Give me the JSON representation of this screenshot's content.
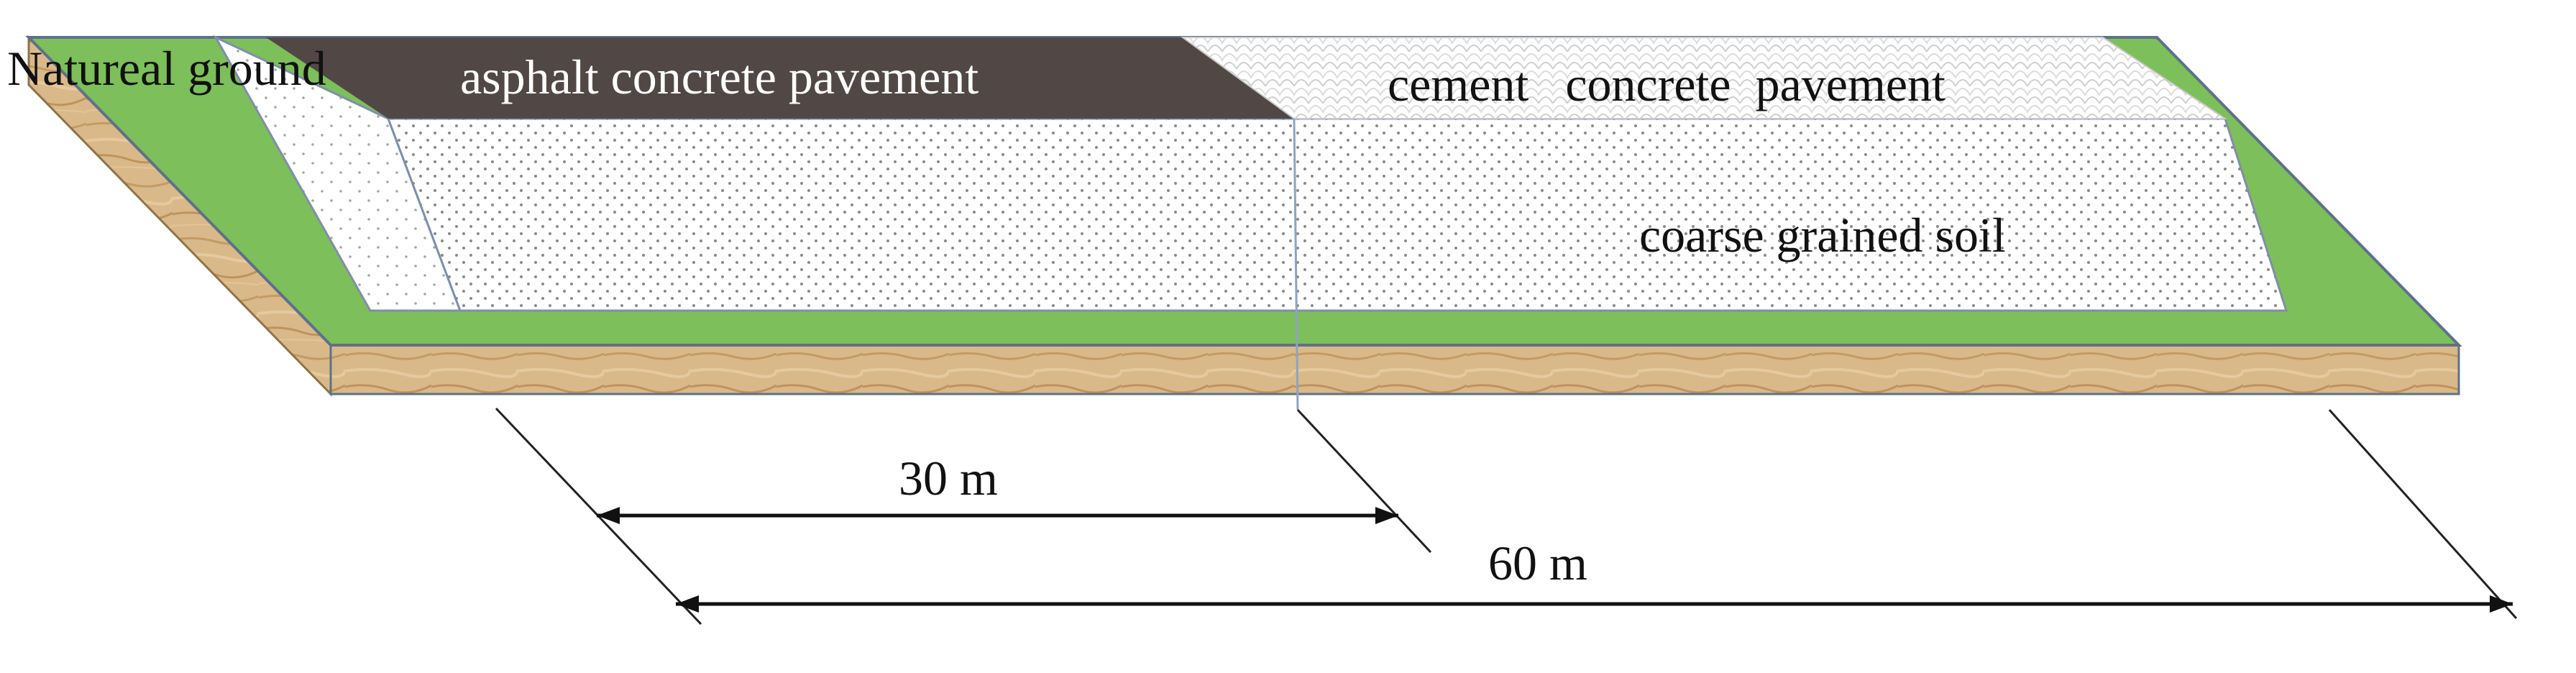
{
  "labels": {
    "natural_ground": "Natureal ground",
    "asphalt": "asphalt concrete pavement",
    "cement": "cement   concrete  pavement",
    "soil": "coarse grained soil"
  },
  "dimensions": {
    "short": "30 m",
    "long": "60 m"
  },
  "colors": {
    "grass": "#7dbf5a",
    "asphalt": "#514846",
    "wood": "#d9b98a",
    "soil_dots": "#8a8a8a",
    "outline": "#5f7189"
  }
}
